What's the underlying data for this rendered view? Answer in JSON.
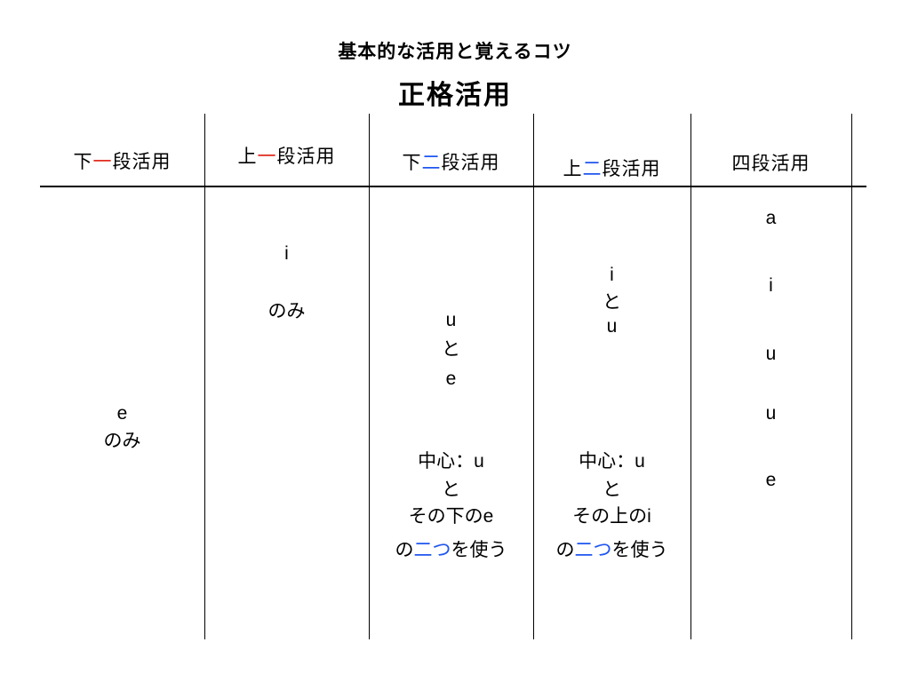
{
  "title": "基本的な活用と覚えるコツ",
  "subtitle": "正格活用",
  "palette": {
    "text": "#000000",
    "accent_red": "#e12b1e",
    "accent_blue": "#1e56f0",
    "line": "#000000",
    "background": "#ffffff"
  },
  "table": {
    "columns": [
      {
        "header": {
          "pre": "下",
          "accent": "一",
          "post": "段活用"
        },
        "lines": [
          {
            "text": "e"
          },
          {
            "text": "のみ"
          }
        ]
      },
      {
        "header": {
          "pre": "上",
          "accent": "一",
          "post": "段活用"
        },
        "lines": [
          {
            "text": "i"
          },
          {
            "text": "のみ"
          }
        ]
      },
      {
        "header": {
          "pre": "下",
          "accent": "二",
          "post": "段活用"
        },
        "lines": [
          {
            "text": "u"
          },
          {
            "text": "と"
          },
          {
            "text": "e"
          },
          {
            "text": "中心：u"
          },
          {
            "text": "と"
          },
          {
            "text": "その下のe"
          },
          {
            "pre": "の",
            "accent": "二つ",
            "post": "を使う"
          }
        ]
      },
      {
        "header": {
          "pre": "上",
          "accent": "二",
          "post": "段活用"
        },
        "lines": [
          {
            "text": "i"
          },
          {
            "text": "と"
          },
          {
            "text": "u"
          },
          {
            "text": "中心：u"
          },
          {
            "text": "と"
          },
          {
            "text": "その上のi"
          },
          {
            "pre": "の",
            "accent": "二つ",
            "post": "を使う"
          }
        ]
      },
      {
        "header": {
          "pre": "四段活用",
          "accent": "",
          "post": ""
        },
        "lines": [
          {
            "text": "a"
          },
          {
            "text": "i"
          },
          {
            "text": "u"
          },
          {
            "text": "u"
          },
          {
            "text": "e"
          }
        ]
      }
    ]
  }
}
